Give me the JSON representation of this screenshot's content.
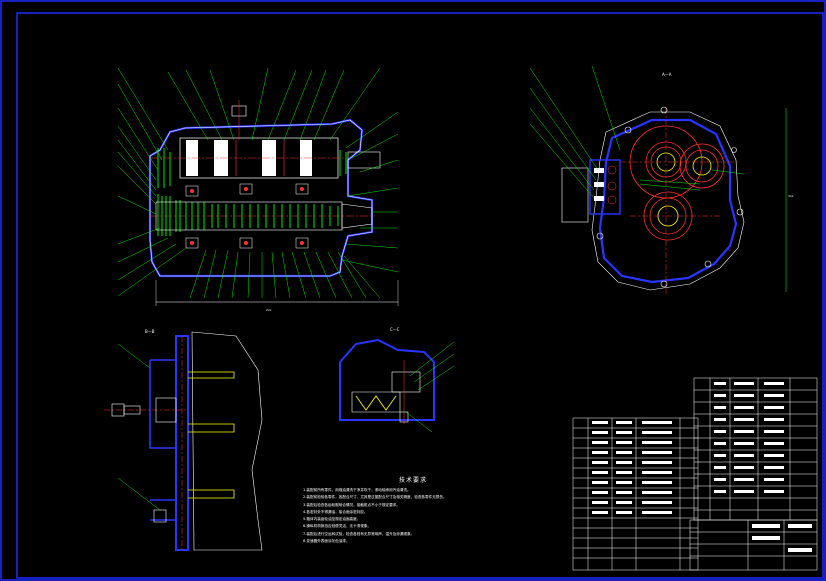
{
  "drawing": {
    "background": "#000000",
    "colors": {
      "frame": "#1f2bff",
      "outline": "#ffffff",
      "section": "#2a34ff",
      "hatch": "#00ff00",
      "center_line": "#ff3030",
      "leader": "#00ff00",
      "table_line": "#ffffff"
    },
    "views": {
      "main_section": {
        "label": "",
        "dim_bottom": "2xx"
      },
      "view_a": {
        "label": "A—A",
        "dim_right": "3xx"
      },
      "view_b": {
        "label": "B—B"
      },
      "view_c": {
        "label": "C—C"
      }
    },
    "technical_requirements": {
      "title": "技术要求",
      "items": [
        "1.装配前所有零件，用煤油清洗干净并吹干，滚动轴承用汽油清洗。",
        "2.装配前检验各零件，各配合尺寸，尤其是过盈配合尺寸及相关精度，检查各零件无损伤。",
        "3.装配后检查各齿轮副啮合情况，接触斑点不小于规定要求。",
        "4.各密封处不得漏油，接合面涂密封胶。",
        "5.箱体内装齿轮油至规定油面高度。",
        "6.操纵机构换挡应轻便灵活，无卡滞现象。",
        "7.装配后进行空运转试验，检查各档有无异常响声、温升及渗漏现象。",
        "8.变速器外表面涂灰色油漆。"
      ]
    }
  }
}
